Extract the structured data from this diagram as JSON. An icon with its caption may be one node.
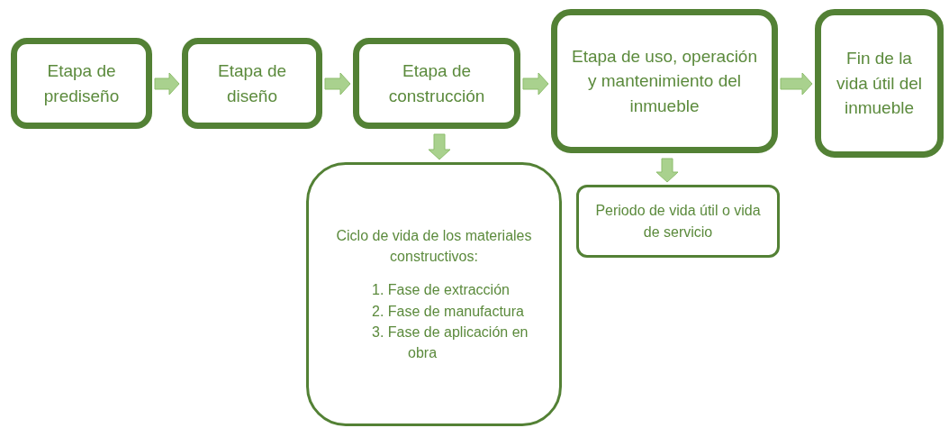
{
  "diagram": {
    "nodes": [
      {
        "text": [
          "Etapa de prediseño"
        ]
      },
      {
        "text": [
          "Etapa de diseño"
        ]
      },
      {
        "text": [
          "Etapa de construcción"
        ]
      },
      {
        "text": [
          "Etapa de uso, operación y mantenimiento del inmueble"
        ]
      },
      {
        "text": [
          "Fin de la vida útil del inmueble"
        ]
      },
      {
        "text": [
          "Ciclo de vida de los materiales constructivos:",
          "1. Fase de extracción",
          "2. Fase de manufactura",
          "3. Fase de aplicación en obra"
        ]
      },
      {
        "text": [
          "Periodo de vida útil o vida de servicio"
        ]
      }
    ],
    "edges": [
      {
        "from": 0,
        "to": 1,
        "arrow": "to"
      },
      {
        "from": 1,
        "to": 2,
        "arrow": "to"
      },
      {
        "from": 2,
        "to": 3,
        "arrow": "to"
      },
      {
        "from": 3,
        "to": 4,
        "arrow": "to"
      },
      {
        "from": 2,
        "to": 5,
        "arrow": "to"
      },
      {
        "from": 3,
        "to": 6,
        "arrow": "to"
      }
    ]
  }
}
